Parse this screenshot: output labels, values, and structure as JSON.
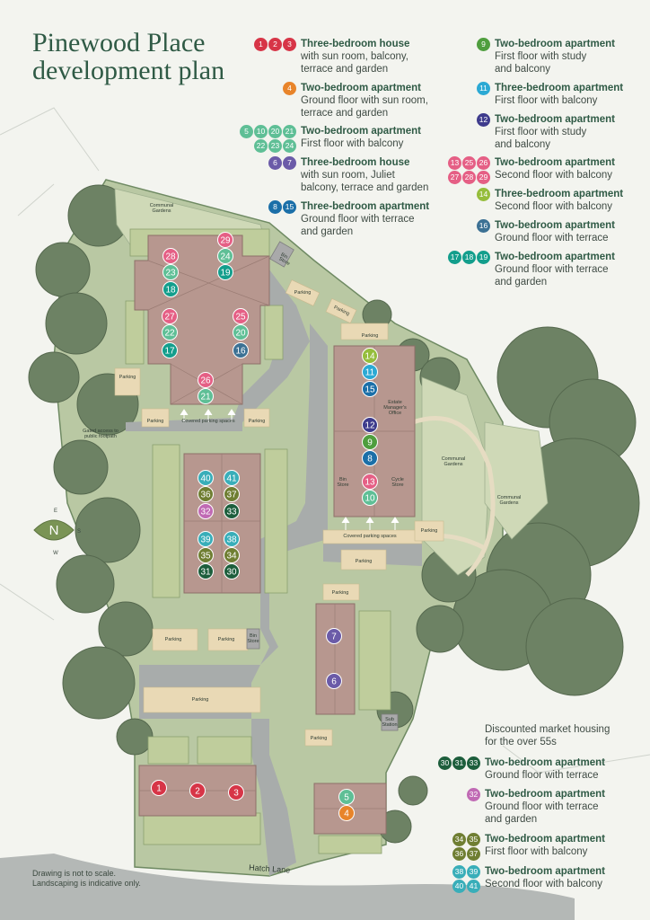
{
  "title": [
    "Pinewood Place",
    "development plan"
  ],
  "colors": {
    "c_pink": "#e0416b",
    "c_orange": "#e8842a",
    "c_mint": "#5fbf96",
    "c_purple": "#6b5ba8",
    "c_blue": "#1b6fa8",
    "c_green": "#4f9e3e",
    "c_cyan": "#2ba9d4",
    "c_indigo": "#3e3b8c",
    "c_rose": "#e55f85",
    "c_lime": "#95bd3b",
    "c_steel": "#3c7194",
    "c_teal": "#139e8c",
    "c_dkgreen": "#1d5e3c",
    "c_olive": "#6f7e32",
    "c_lilac": "#c06ab4",
    "c_aqua": "#39aeb9",
    "c_red": "#d73547"
  },
  "legend": [
    {
      "units": [
        "1",
        "2",
        "3"
      ],
      "color": "c_red",
      "title": "Three-bedroom house",
      "desc": [
        "with sun room, balcony,",
        "terrace and garden"
      ]
    },
    {
      "units": [
        "4"
      ],
      "color": "c_orange",
      "title": "Two-bedroom apartment",
      "desc": [
        "Ground floor with sun room,",
        "terrace and garden"
      ]
    },
    {
      "units": [
        "5",
        "10",
        "20",
        "21",
        "22",
        "23",
        "24"
      ],
      "color": "c_mint",
      "title": "Two-bedroom apartment",
      "desc": [
        "First floor with balcony"
      ]
    },
    {
      "units": [
        "6",
        "7"
      ],
      "color": "c_purple",
      "title": "Three-bedroom house",
      "desc": [
        "with sun room, Juliet",
        "balcony, terrace and garden"
      ]
    },
    {
      "units": [
        "8",
        "15"
      ],
      "color": "c_blue",
      "title": "Three-bedroom apartment",
      "desc": [
        "Ground floor with terrace",
        "and garden"
      ]
    },
    {
      "units": [
        "9"
      ],
      "color": "c_green",
      "title": "Two-bedroom apartment",
      "desc": [
        "First floor with study",
        "and balcony"
      ]
    },
    {
      "units": [
        "11"
      ],
      "color": "c_cyan",
      "title": "Three-bedroom apartment",
      "desc": [
        "First floor with balcony"
      ]
    },
    {
      "units": [
        "12"
      ],
      "color": "c_indigo",
      "title": "Two-bedroom apartment",
      "desc": [
        "First floor with study",
        "and balcony"
      ]
    },
    {
      "units": [
        "13",
        "25",
        "26",
        "27",
        "28",
        "29"
      ],
      "color": "c_rose",
      "title": "Two-bedroom apartment",
      "desc": [
        "Second floor with balcony"
      ]
    },
    {
      "units": [
        "14"
      ],
      "color": "c_lime",
      "title": "Three-bedroom apartment",
      "desc": [
        "Second floor with balcony"
      ]
    },
    {
      "units": [
        "16"
      ],
      "color": "c_steel",
      "title": "Two-bedroom apartment",
      "desc": [
        "Ground floor with terrace"
      ]
    },
    {
      "units": [
        "17",
        "18",
        "19"
      ],
      "color": "c_teal",
      "title": "Two-bedroom apartment",
      "desc": [
        "Ground floor with terrace",
        "and garden"
      ]
    }
  ],
  "discounted": {
    "heading": [
      "Discounted market housing",
      "for the over 55s"
    ],
    "entries": [
      {
        "units": [
          "30",
          "31",
          "33"
        ],
        "color": "c_dkgreen",
        "title": "Two-bedroom apartment",
        "desc": [
          "Ground floor with terrace"
        ]
      },
      {
        "units": [
          "32"
        ],
        "color": "c_lilac",
        "title": "Two-bedroom apartment",
        "desc": [
          "Ground floor with terrace",
          "and garden"
        ]
      },
      {
        "units": [
          "34",
          "35",
          "36",
          "37"
        ],
        "color": "c_olive",
        "title": "Two-bedroom apartment",
        "desc": [
          "First floor with balcony"
        ]
      },
      {
        "units": [
          "38",
          "39",
          "40",
          "41"
        ],
        "color": "c_aqua",
        "title": "Two-bedroom apartment",
        "desc": [
          "Second floor with balcony"
        ]
      }
    ]
  },
  "notes": [
    "Drawing is not to scale.",
    "Landscaping is indicative only."
  ],
  "road_name": "Hatch Lane",
  "compass": {
    "n": "N",
    "e": "E",
    "s": "S",
    "w": "W"
  },
  "map_labels": {
    "communal_gardens": [
      "Communal",
      "Gardens"
    ],
    "parking": "Parking",
    "covered_parking": "Covered parking spaces",
    "bin_store": [
      "Bin",
      "Store"
    ],
    "cycle_store": [
      "Cycle",
      "Store"
    ],
    "estate_office": [
      "Estate",
      "Manager's",
      "Office"
    ],
    "gated_access": [
      "Gated access to",
      "public footpath"
    ],
    "sub_station": [
      "Sub",
      "Station"
    ]
  },
  "units_on_map": [
    {
      "n": "29",
      "c": "c_rose"
    },
    {
      "n": "28",
      "c": "c_rose"
    },
    {
      "n": "24",
      "c": "c_mint"
    },
    {
      "n": "23",
      "c": "c_mint"
    },
    {
      "n": "19",
      "c": "c_teal"
    },
    {
      "n": "18",
      "c": "c_teal"
    },
    {
      "n": "27",
      "c": "c_rose"
    },
    {
      "n": "25",
      "c": "c_rose"
    },
    {
      "n": "22",
      "c": "c_mint"
    },
    {
      "n": "20",
      "c": "c_mint"
    },
    {
      "n": "17",
      "c": "c_teal"
    },
    {
      "n": "16",
      "c": "c_steel"
    },
    {
      "n": "26",
      "c": "c_rose"
    },
    {
      "n": "21",
      "c": "c_mint"
    },
    {
      "n": "14",
      "c": "c_lime"
    },
    {
      "n": "11",
      "c": "c_cyan"
    },
    {
      "n": "15",
      "c": "c_blue"
    },
    {
      "n": "12",
      "c": "c_indigo"
    },
    {
      "n": "9",
      "c": "c_green"
    },
    {
      "n": "8",
      "c": "c_blue"
    },
    {
      "n": "13",
      "c": "c_rose"
    },
    {
      "n": "10",
      "c": "c_mint"
    },
    {
      "n": "40",
      "c": "c_aqua"
    },
    {
      "n": "41",
      "c": "c_aqua"
    },
    {
      "n": "36",
      "c": "c_olive"
    },
    {
      "n": "37",
      "c": "c_olive"
    },
    {
      "n": "32",
      "c": "c_lilac"
    },
    {
      "n": "33",
      "c": "c_dkgreen"
    },
    {
      "n": "39",
      "c": "c_aqua"
    },
    {
      "n": "38",
      "c": "c_aqua"
    },
    {
      "n": "35",
      "c": "c_olive"
    },
    {
      "n": "34",
      "c": "c_olive"
    },
    {
      "n": "31",
      "c": "c_dkgreen"
    },
    {
      "n": "30",
      "c": "c_dkgreen"
    },
    {
      "n": "7",
      "c": "c_purple"
    },
    {
      "n": "6",
      "c": "c_purple"
    },
    {
      "n": "1",
      "c": "c_red"
    },
    {
      "n": "2",
      "c": "c_red"
    },
    {
      "n": "3",
      "c": "c_red"
    },
    {
      "n": "5",
      "c": "c_mint"
    },
    {
      "n": "4",
      "c": "c_orange"
    }
  ]
}
